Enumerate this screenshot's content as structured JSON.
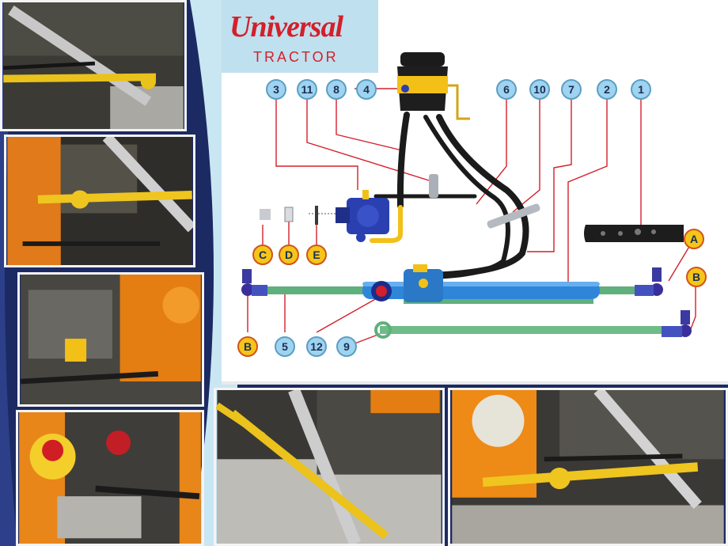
{
  "logo": {
    "brand": "Universal",
    "subtitle": "TRACTOR"
  },
  "callouts": {
    "numbers": [
      "3",
      "11",
      "8",
      "4",
      "6",
      "10",
      "7",
      "2",
      "1",
      "5",
      "12",
      "9"
    ],
    "letters": [
      "C",
      "D",
      "E",
      "A",
      "B",
      "B"
    ]
  },
  "colors": {
    "background_frame": "#1c2a63",
    "callout_number_fill": "#9fd3ef",
    "callout_letter_fill": "#f5c519",
    "leader_line": "#d3202a",
    "pump_blue": "#2a3fb0",
    "cylinder_blue": "#2f86d8",
    "tie_rod_green": "#5fb07c",
    "hose_black": "#1b1b1b",
    "bracket_yellow": "#f2c017",
    "tractor_orange": "#f08a10"
  }
}
